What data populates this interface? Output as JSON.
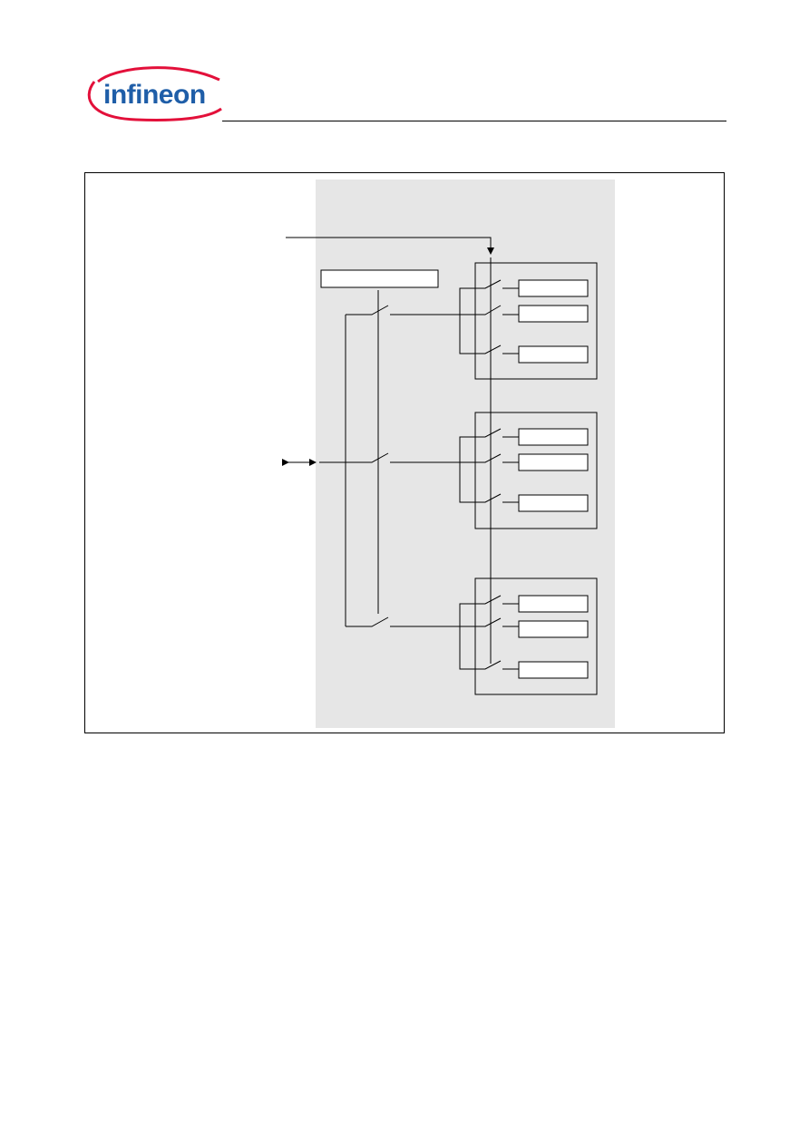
{
  "header": {
    "logo_text": "infineon",
    "brand_colors": {
      "text": "#1f5ea8",
      "swoosh": "#e3103a"
    }
  },
  "figure": {
    "background_color": "#e6e6e6",
    "line_color": "#000000",
    "banks": [
      {
        "id": "bank-1",
        "switch_count": 3
      },
      {
        "id": "bank-2",
        "switch_count": 3
      },
      {
        "id": "bank-3",
        "switch_count": 3
      }
    ]
  }
}
